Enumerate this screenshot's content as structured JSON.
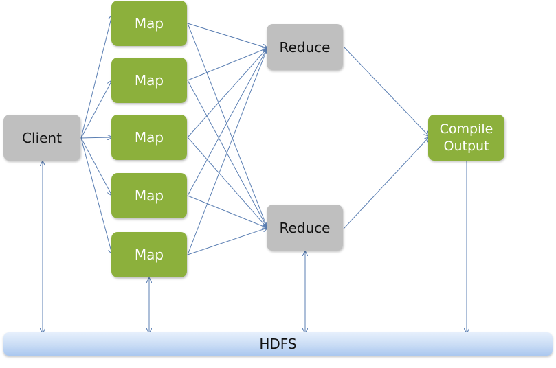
{
  "nodes": {
    "client": "Client",
    "maps": [
      "Map",
      "Map",
      "Map",
      "Map",
      "Map"
    ],
    "reduces": [
      "Reduce",
      "Reduce"
    ],
    "compile_output": [
      "Compile",
      "Output"
    ],
    "hdfs": "HDFS"
  },
  "colors": {
    "map_fill": "#8cb03c",
    "reduce_fill": "#bfbfbf",
    "client_fill": "#bfbfbf",
    "arrow": "#5b7fb3",
    "hdfs_fill": "#c9dcf5"
  }
}
